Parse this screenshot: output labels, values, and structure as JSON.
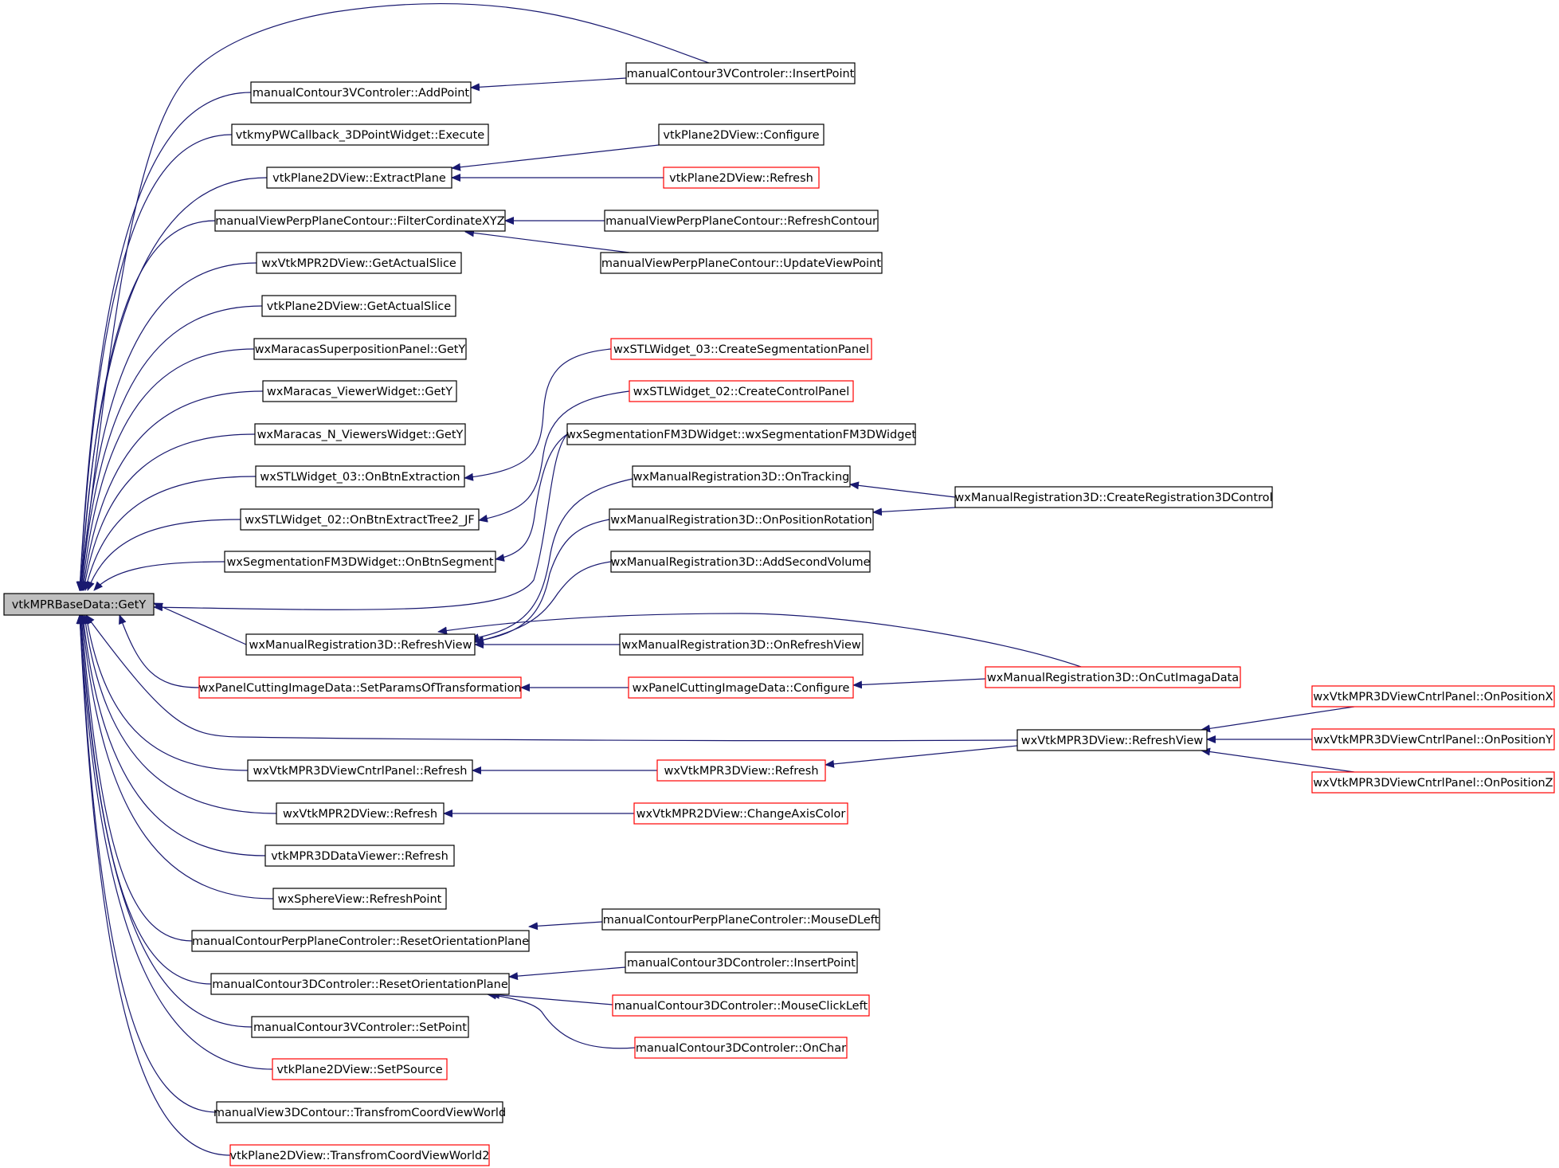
{
  "graph": {
    "colors": {
      "edge": "#191970",
      "box_border": "#000000",
      "box_border_red": "#ff0000",
      "root_fill": "#bfbfbf",
      "node_fill": "#ffffff"
    },
    "root": {
      "id": "root",
      "label": "vtkMPRBaseData::GetY"
    },
    "nodes": [
      {
        "id": "c1",
        "label": "manualContour3VControler::AddPoint",
        "red": false
      },
      {
        "id": "c2",
        "label": "vtkmyPWCallback_3DPointWidget::Execute",
        "red": false
      },
      {
        "id": "c3",
        "label": "vtkPlane2DView::ExtractPlane",
        "red": false
      },
      {
        "id": "c4",
        "label": "manualViewPerpPlaneContour::FilterCordinateXYZ",
        "red": false
      },
      {
        "id": "c5",
        "label": "wxVtkMPR2DView::GetActualSlice",
        "red": false
      },
      {
        "id": "c6",
        "label": "vtkPlane2DView::GetActualSlice",
        "red": false
      },
      {
        "id": "c7",
        "label": "wxMaracasSuperpositionPanel::GetY",
        "red": false
      },
      {
        "id": "c8",
        "label": "wxMaracas_ViewerWidget::GetY",
        "red": false
      },
      {
        "id": "c9",
        "label": "wxMaracas_N_ViewersWidget::GetY",
        "red": false
      },
      {
        "id": "c10",
        "label": "wxSTLWidget_03::OnBtnExtraction",
        "red": false
      },
      {
        "id": "c11",
        "label": "wxSTLWidget_02::OnBtnExtractTree2_JF",
        "red": false
      },
      {
        "id": "c12",
        "label": "wxSegmentationFM3DWidget::OnBtnSegment",
        "red": false
      },
      {
        "id": "c13",
        "label": "wxManualRegistration3D::RefreshView",
        "red": false
      },
      {
        "id": "c14",
        "label": "wxPanelCuttingImageData::SetParamsOfTransformation",
        "red": true
      },
      {
        "id": "c15",
        "label": "wxVtkMPR3DViewCntrlPanel::Refresh",
        "red": false
      },
      {
        "id": "c16",
        "label": "wxVtkMPR2DView::Refresh",
        "red": false
      },
      {
        "id": "c17",
        "label": "vtkMPR3DDataViewer::Refresh",
        "red": false
      },
      {
        "id": "c18",
        "label": "wxSphereView::RefreshPoint",
        "red": false
      },
      {
        "id": "c19",
        "label": "manualContourPerpPlaneControler::ResetOrientationPlane",
        "red": false
      },
      {
        "id": "c20",
        "label": "manualContour3DControler::ResetOrientationPlane",
        "red": false
      },
      {
        "id": "c21",
        "label": "manualContour3VControler::SetPoint",
        "red": false
      },
      {
        "id": "c22",
        "label": "vtkPlane2DView::SetPSource",
        "red": true
      },
      {
        "id": "c23",
        "label": "manualView3DContour::TransfromCoordViewWorld",
        "red": false
      },
      {
        "id": "c24",
        "label": "vtkPlane2DView::TransfromCoordViewWorld2",
        "red": true
      },
      {
        "id": "d1",
        "label": "manualContour3VControler::InsertPoint",
        "red": false
      },
      {
        "id": "d2",
        "label": "vtkPlane2DView::Configure",
        "red": false
      },
      {
        "id": "d3",
        "label": "vtkPlane2DView::Refresh",
        "red": true
      },
      {
        "id": "d4",
        "label": "manualViewPerpPlaneContour::RefreshContour",
        "red": false
      },
      {
        "id": "d5",
        "label": "manualViewPerpPlaneContour::UpdateViewPoint",
        "red": false
      },
      {
        "id": "d6",
        "label": "wxSTLWidget_03::CreateSegmentationPanel",
        "red": true
      },
      {
        "id": "d7",
        "label": "wxSTLWidget_02::CreateControlPanel",
        "red": true
      },
      {
        "id": "d8",
        "label": "wxSegmentationFM3DWidget::wxSegmentationFM3DWidget",
        "red": false
      },
      {
        "id": "d9",
        "label": "wxManualRegistration3D::OnTracking",
        "red": false
      },
      {
        "id": "d10",
        "label": "wxManualRegistration3D::OnPositionRotation",
        "red": false
      },
      {
        "id": "d11",
        "label": "wxManualRegistration3D::AddSecondVolume",
        "red": false
      },
      {
        "id": "d12",
        "label": "wxManualRegistration3D::OnRefreshView",
        "red": false
      },
      {
        "id": "d13",
        "label": "wxPanelCuttingImageData::Configure",
        "red": true
      },
      {
        "id": "d14",
        "label": "wxVtkMPR3DView::Refresh",
        "red": true
      },
      {
        "id": "d15",
        "label": "wxVtkMPR2DView::ChangeAxisColor",
        "red": true
      },
      {
        "id": "d16",
        "label": "manualContourPerpPlaneControler::MouseDLeft",
        "red": false
      },
      {
        "id": "d17",
        "label": "manualContour3DControler::InsertPoint",
        "red": false
      },
      {
        "id": "d18",
        "label": "manualContour3DControler::MouseClickLeft",
        "red": true
      },
      {
        "id": "d19",
        "label": "manualContour3DControler::OnChar",
        "red": true
      },
      {
        "id": "e1",
        "label": "wxManualRegistration3D::CreateRegistration3DControl",
        "red": false
      },
      {
        "id": "e2",
        "label": "wxManualRegistration3D::OnCutImagaData",
        "red": true
      },
      {
        "id": "e3",
        "label": "wxVtkMPR3DView::RefreshView",
        "red": false
      },
      {
        "id": "f1",
        "label": "wxVtkMPR3DViewCntrlPanel::OnPositionX",
        "red": true
      },
      {
        "id": "f2",
        "label": "wxVtkMPR3DViewCntrlPanel::OnPositionY",
        "red": true
      },
      {
        "id": "f3",
        "label": "wxVtkMPR3DViewCntrlPanel::OnPositionZ",
        "red": true
      }
    ],
    "edges": [
      {
        "from": "c1",
        "to": "root"
      },
      {
        "from": "c2",
        "to": "root"
      },
      {
        "from": "c3",
        "to": "root"
      },
      {
        "from": "c4",
        "to": "root"
      },
      {
        "from": "c5",
        "to": "root"
      },
      {
        "from": "c6",
        "to": "root"
      },
      {
        "from": "c7",
        "to": "root"
      },
      {
        "from": "c8",
        "to": "root"
      },
      {
        "from": "c9",
        "to": "root"
      },
      {
        "from": "c10",
        "to": "root"
      },
      {
        "from": "c11",
        "to": "root"
      },
      {
        "from": "c12",
        "to": "root"
      },
      {
        "from": "c13",
        "to": "root"
      },
      {
        "from": "c14",
        "to": "root"
      },
      {
        "from": "c15",
        "to": "root"
      },
      {
        "from": "c16",
        "to": "root"
      },
      {
        "from": "c17",
        "to": "root"
      },
      {
        "from": "c18",
        "to": "root"
      },
      {
        "from": "c19",
        "to": "root"
      },
      {
        "from": "c20",
        "to": "root"
      },
      {
        "from": "c21",
        "to": "root"
      },
      {
        "from": "c22",
        "to": "root"
      },
      {
        "from": "c23",
        "to": "root"
      },
      {
        "from": "c24",
        "to": "root"
      },
      {
        "from": "d1",
        "to": "root"
      },
      {
        "from": "d8",
        "to": "root"
      },
      {
        "from": "e3",
        "to": "root"
      },
      {
        "from": "d1",
        "to": "c1"
      },
      {
        "from": "d2",
        "to": "c3"
      },
      {
        "from": "d3",
        "to": "c3"
      },
      {
        "from": "d4",
        "to": "c4"
      },
      {
        "from": "d5",
        "to": "c4"
      },
      {
        "from": "d6",
        "to": "c10"
      },
      {
        "from": "d7",
        "to": "c11"
      },
      {
        "from": "d8",
        "to": "c12"
      },
      {
        "from": "d9",
        "to": "c13"
      },
      {
        "from": "d10",
        "to": "c13"
      },
      {
        "from": "d11",
        "to": "c13"
      },
      {
        "from": "d12",
        "to": "c13"
      },
      {
        "from": "e2",
        "to": "c13"
      },
      {
        "from": "d13",
        "to": "c14"
      },
      {
        "from": "d14",
        "to": "c15"
      },
      {
        "from": "d15",
        "to": "c16"
      },
      {
        "from": "d16",
        "to": "c19"
      },
      {
        "from": "d17",
        "to": "c20"
      },
      {
        "from": "d18",
        "to": "c20"
      },
      {
        "from": "d19",
        "to": "c20"
      },
      {
        "from": "e1",
        "to": "d9"
      },
      {
        "from": "e1",
        "to": "d10"
      },
      {
        "from": "e2",
        "to": "d13"
      },
      {
        "from": "e3",
        "to": "d14"
      },
      {
        "from": "f1",
        "to": "e3"
      },
      {
        "from": "f2",
        "to": "e3"
      },
      {
        "from": "f3",
        "to": "e3"
      }
    ]
  }
}
